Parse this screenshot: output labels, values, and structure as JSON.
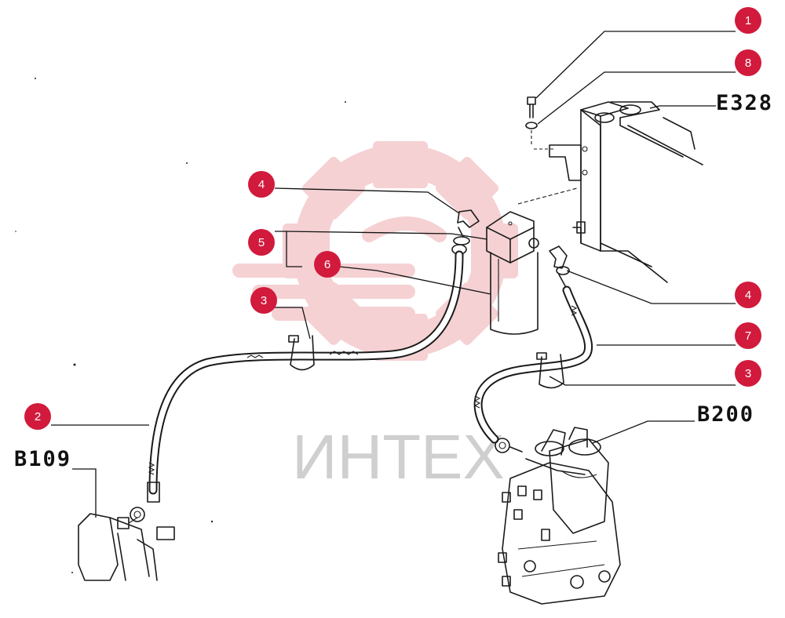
{
  "watermark": {
    "text": "ИНТЕХ",
    "color": "#cfcfcf",
    "gear_color": "#f4c9cc"
  },
  "callout_color": "#d11a3c",
  "callouts": [
    {
      "id": "c1",
      "number": "1"
    },
    {
      "id": "c8",
      "number": "8"
    },
    {
      "id": "c4a",
      "number": "4"
    },
    {
      "id": "c5",
      "number": "5"
    },
    {
      "id": "c6",
      "number": "6"
    },
    {
      "id": "c3a",
      "number": "3"
    },
    {
      "id": "c4b",
      "number": "4"
    },
    {
      "id": "c7",
      "number": "7"
    },
    {
      "id": "c3b",
      "number": "3"
    },
    {
      "id": "c2",
      "number": "2"
    }
  ],
  "reference_labels": {
    "e328": "E328",
    "b200": "B200",
    "b109": "B109"
  }
}
